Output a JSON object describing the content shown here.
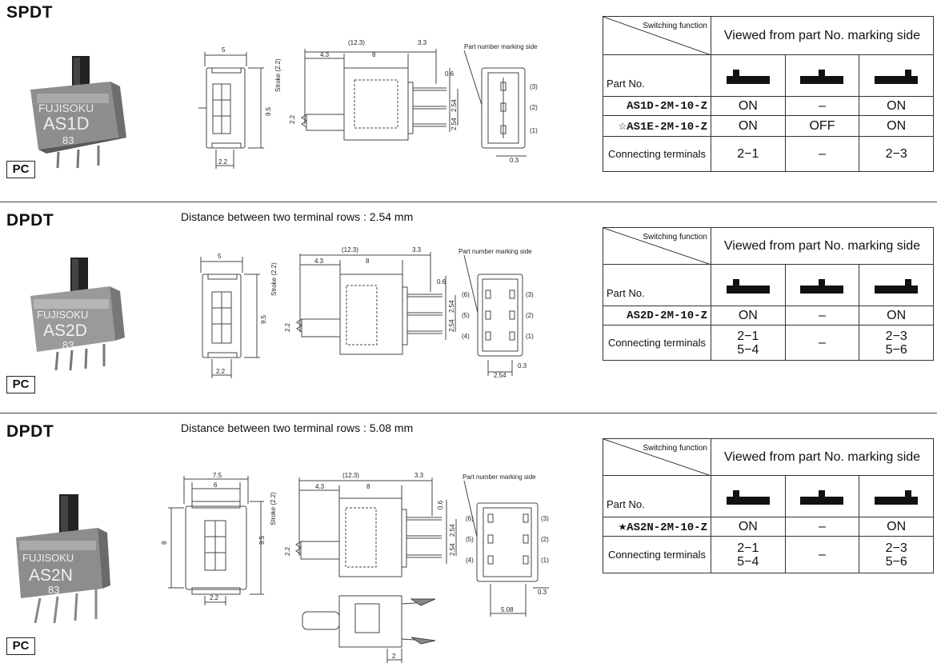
{
  "sections": [
    {
      "title": "SPDT",
      "subtitle": "",
      "pc_label": "PC",
      "photo": {
        "brand": "FUJISOKU",
        "model": "AS1D",
        "code": "83"
      },
      "table": {
        "switching_function": "Switching function",
        "viewed_from": "Viewed from part No. marking side",
        "part_no_label": "Part No.",
        "rows": [
          {
            "part": "AS1D-2M-10-Z",
            "mark": "",
            "c1": "ON",
            "c2": "–",
            "c3": "ON"
          },
          {
            "part": "AS1E-2M-10-Z",
            "mark": "☆",
            "c1": "ON",
            "c2": "OFF",
            "c3": "ON"
          }
        ],
        "connecting_label": "Connecting terminals",
        "connecting": {
          "c1": "2−1",
          "c2": "–",
          "c3": "2−3"
        }
      },
      "dims": {
        "w5": "5",
        "stroke": "Stroke (2.2)",
        "h95": "9.5",
        "d22a": "2.2",
        "d22b": "2.2",
        "d123": "(12.3)",
        "d43": "4.3",
        "d8": "8",
        "d33": "3.3",
        "d06": "0.6",
        "d254a": "2.54",
        "d254b": "2.54",
        "marking": "Part number marking side",
        "t3": "(3)",
        "t2": "(2)",
        "t1": "(1)",
        "d03": "0.3"
      }
    },
    {
      "title": "DPDT",
      "subtitle": "Distance between two terminal rows : 2.54 mm",
      "pc_label": "PC",
      "photo": {
        "brand": "FUJISOKU",
        "model": "AS2D",
        "code": "83"
      },
      "table": {
        "switching_function": "Switching function",
        "viewed_from": "Viewed from part No. marking side",
        "part_no_label": "Part No.",
        "rows": [
          {
            "part": "AS2D-2M-10-Z",
            "mark": "",
            "c1": "ON",
            "c2": "–",
            "c3": "ON"
          }
        ],
        "connecting_label": "Connecting terminals",
        "connecting": {
          "c1": "2−1",
          "c1b": "5−4",
          "c2": "–",
          "c3": "2−3",
          "c3b": "5−6"
        }
      },
      "dims": {
        "w5": "5",
        "stroke": "Stroke (2.2)",
        "h95": "9.5",
        "d22a": "2.2",
        "d22b": "2.2",
        "d123": "(12.3)",
        "d43": "4.3",
        "d8": "8",
        "d33": "3.3",
        "d06": "0.6",
        "d254a": "2.54",
        "d254b": "2.54",
        "marking": "Part number marking side",
        "t6": "(6)",
        "t5": "(5)",
        "t4": "(4)",
        "t3": "(3)",
        "t2": "(2)",
        "t1": "(1)",
        "d254c": "2.54",
        "d03": "0.3"
      }
    },
    {
      "title": "DPDT",
      "subtitle": "Distance between two terminal rows : 5.08 mm",
      "pc_label": "PC",
      "photo": {
        "brand": "FUJISOKU",
        "model": "AS2N",
        "code": "83"
      },
      "table": {
        "switching_function": "Switching function",
        "viewed_from": "Viewed from part No. marking side",
        "part_no_label": "Part No.",
        "rows": [
          {
            "part": "AS2N-2M-10-Z",
            "mark": "★",
            "c1": "ON",
            "c2": "–",
            "c3": "ON"
          }
        ],
        "connecting_label": "Connecting terminals",
        "connecting": {
          "c1": "2−1",
          "c1b": "5−4",
          "c2": "–",
          "c3": "2−3",
          "c3b": "5−6"
        }
      },
      "dims": {
        "w75": "7.5",
        "w6": "6",
        "h8": "8",
        "stroke": "Stroke (2.2)",
        "h95": "9.5",
        "d22a": "2.2",
        "d22b": "2.2",
        "d123": "(12.3)",
        "d43": "4.3",
        "d8": "8",
        "d33": "3.3",
        "d06": "0.6",
        "d254a": "2.54",
        "d254b": "2.54",
        "marking": "Part number marking side",
        "t6": "(6)",
        "t5": "(5)",
        "t4": "(4)",
        "t3": "(3)",
        "t2": "(2)",
        "t1": "(1)",
        "d03": "0.3",
        "d508": "5.08",
        "d2": "2"
      }
    }
  ],
  "colors": {
    "lever": "#111111",
    "line": "#444444"
  }
}
